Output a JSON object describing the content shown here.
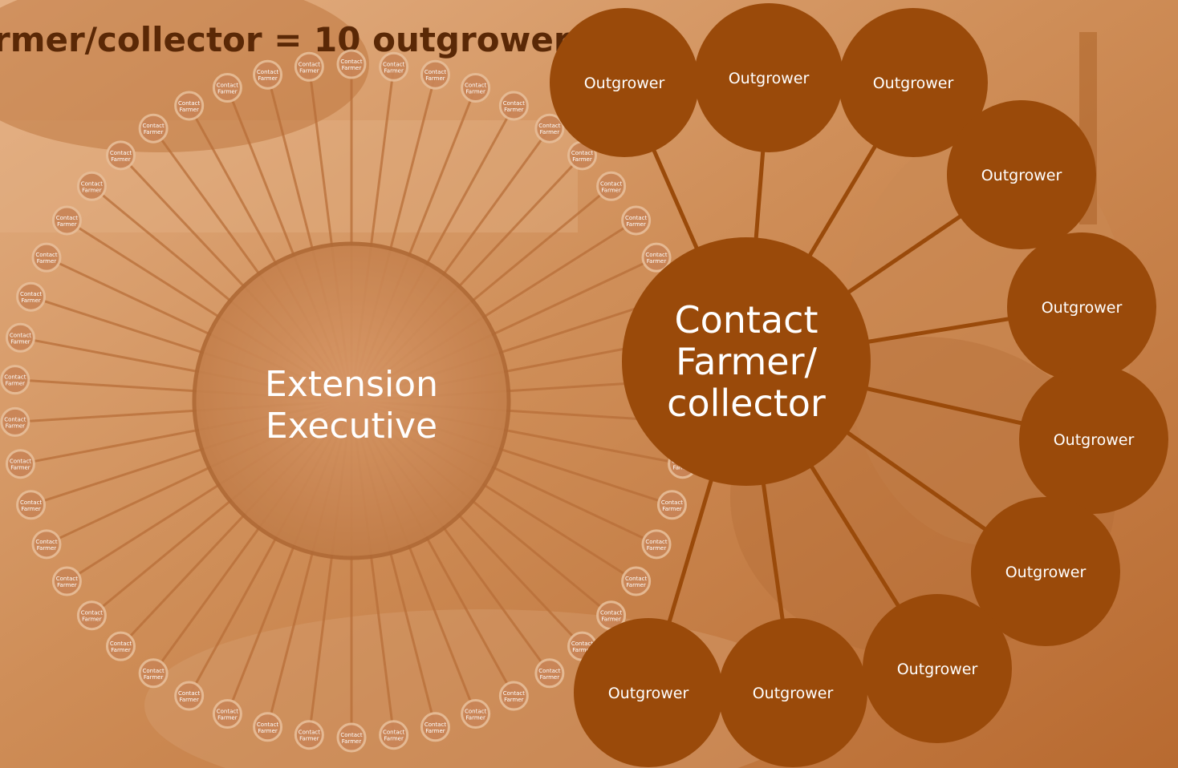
{
  "title": "rmer/collector = 10 outgrowers",
  "extension_hub": {
    "line1": "Extension",
    "line2": "Executive"
  },
  "contact_hub": {
    "line1": "Contact",
    "line2": "Farmer/",
    "line3": "collector"
  },
  "spoke_label": {
    "line1": "Contact",
    "line2": "Farmer"
  },
  "spoke_count": 50,
  "outgrower_label": "Outgrower",
  "outgrower_count": 10,
  "colors": {
    "background_light": "#dca06c",
    "background_dark": "#b8692e",
    "title": "#5a2806",
    "outgrower_fill": "#9a4a0a",
    "spoke_fill": "#c98557",
    "spoke_ring": "#e7bd98",
    "line": "#b86e38",
    "hub_fill": "#c8814e"
  }
}
